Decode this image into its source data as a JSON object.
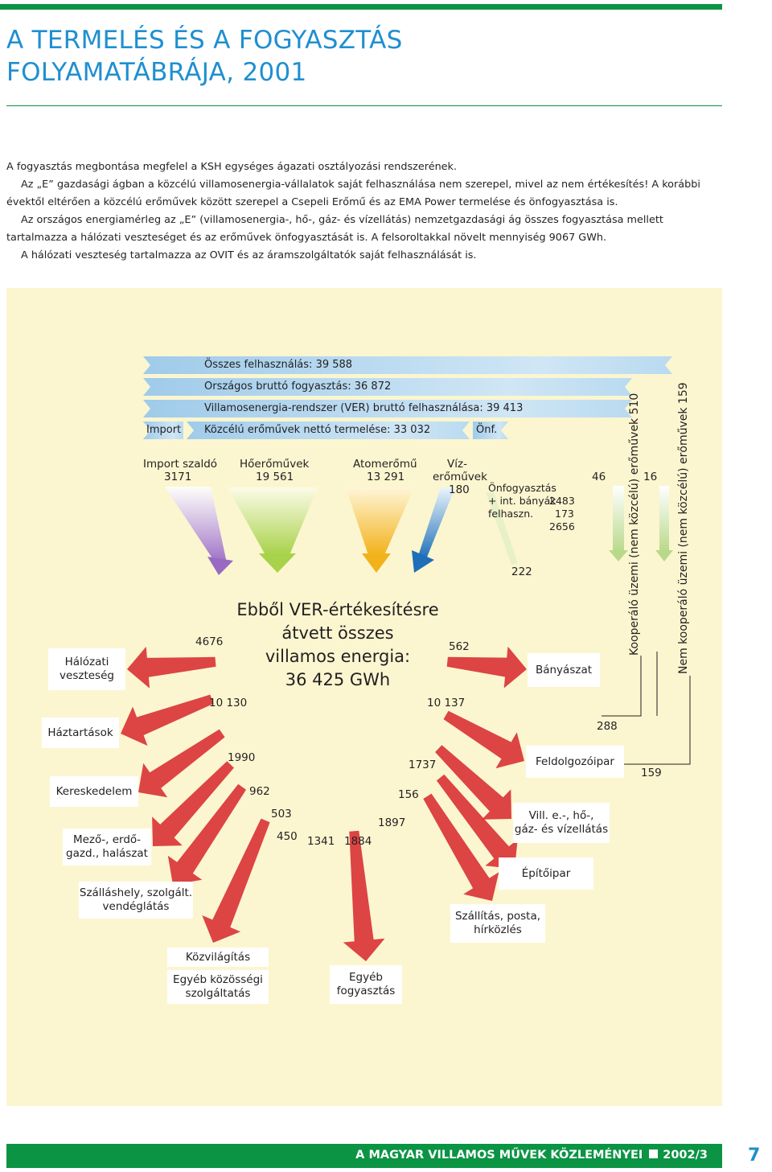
{
  "title": {
    "line1": "A TERMELÉS ÉS A FOGYASZTÁS",
    "line2": "FOLYAMATÁBRÁJA, 2001"
  },
  "intro": {
    "p1": "A fogyasztás megbontása megfelel a KSH egységes ágazati osztályozási rendszerének.",
    "p2": "Az „E” gazdasági ágban a közcélú villamosenergia-vállalatok saját felhasználása nem szerepel, mivel az nem értékesítés! A korábbi évektől eltérően a közcélú erőművek között szerepel a Csepeli Erőmű és az EMA Power termelése és önfogyasztása is.",
    "p3": "Az országos energiamérleg az „E” (villamosenergia-, hő-, gáz- és vízellátás) nemzetgazdasági ág összes fogyasztása mellett tartalmazza a hálózati veszteséget és az erőművek önfogyasztását is. A felsoroltakkal növelt mennyiség 9067 GWh.",
    "p4": "A hálózati veszteség tartalmazza az OVIT és az áramszolgáltatók saját felhasználását is."
  },
  "diagram": {
    "strips": {
      "total": "Összes felhasználás: 39 588",
      "gross_national": "Országos bruttó fogyasztás: 36 872",
      "ver_gross": "Villamosenergia-rendszer (VER) bruttó felhasználása: 39 413",
      "import": "Import",
      "net_production": "Közcélú erőművek nettó termelése: 33 032",
      "own": "Önf."
    },
    "sources": {
      "import_label": "Import szaldó",
      "import_value": "3171",
      "thermal_label": "Hőerőművek",
      "thermal_value": "19 561",
      "nuclear_label": "Atomerőmű",
      "nuclear_value": "13 291",
      "hydro_label_1": "Víz-",
      "hydro_label_2": "erőművek",
      "hydro_value": "180",
      "self_label_1": "Önfogyasztás",
      "self_label_2": "+ int. bányák",
      "self_label_3": "felhaszn.",
      "self_value_1": "2483",
      "self_value_2": "173",
      "self_value_3": "2656",
      "v46": "46",
      "v16": "16"
    },
    "vertical": {
      "coop": "Kooperáló üzemi (nem közcélú) erőművek  510",
      "noncoop": "Nem kooperáló üzemi (nem közcélú) erőművek  159"
    },
    "center": {
      "line1": "Ebből VER-értékesítésre",
      "line2": "átvett összes",
      "line3": "villamos energia:",
      "line4": "36 425 GWh"
    },
    "flows": {
      "v222": "222",
      "v4676": "4676",
      "v562": "562",
      "v10130": "10 130",
      "v10137": "10 137",
      "v288": "288",
      "v1990": "1990",
      "v1737": "1737",
      "v159": "159",
      "v962": "962",
      "v156": "156",
      "v503": "503",
      "v1897": "1897",
      "v450": "450",
      "v1341": "1341",
      "v1884": "1884"
    },
    "sinks": {
      "losses_1": "Hálózati",
      "losses_2": "veszteség",
      "households": "Háztartások",
      "trade": "Kereskedelem",
      "agri_1": "Mező-, erdő-",
      "agri_2": "gazd., halászat",
      "hotel_1": "Szálláshely, szolgált.",
      "hotel_2": "vendéglátás",
      "lighting": "Közvilágítás",
      "public_1": "Egyéb közösségi",
      "public_2": "szolgáltatás",
      "other_1": "Egyéb",
      "other_2": "fogyasztás",
      "transport_1": "Szállítás, posta,",
      "transport_2": "hírközlés",
      "construction": "Építőipar",
      "utilities_1": "Vill. e.-, hő-,",
      "utilities_2": "gáz- és vízellátás",
      "manufacturing": "Feldolgozóipar",
      "mining": "Bányászat"
    }
  },
  "footer": {
    "journal": "A MAGYAR VILLAMOS MŰVEK KÖZLEMÉNYEI",
    "issue": "2002/3",
    "page": "7"
  },
  "colors": {
    "green": "#0b9444",
    "blue": "#1f8fd0",
    "panel": "#fbf6d0",
    "arrow_red": "#d7242b"
  }
}
